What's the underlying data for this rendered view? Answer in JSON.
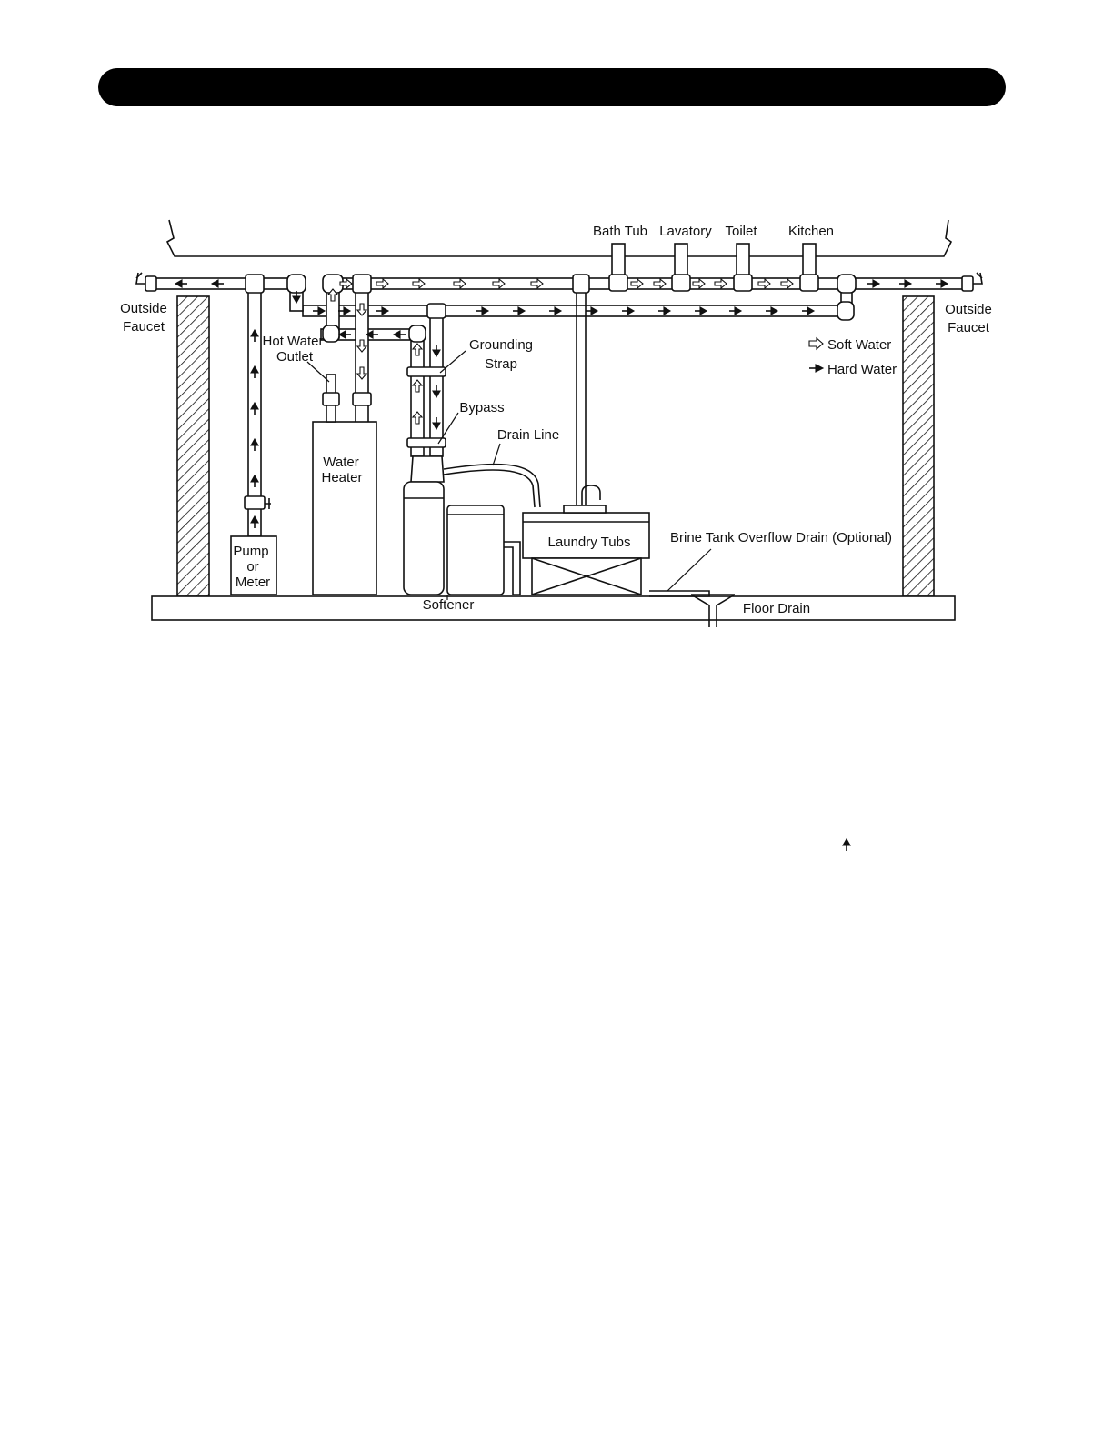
{
  "header": {
    "title": ""
  },
  "labels": {
    "outside_faucet_left_1": "Outside",
    "outside_faucet_left_2": "Faucet",
    "outside_faucet_right_1": "Outside",
    "outside_faucet_right_2": "Faucet",
    "bath_tub": "Bath Tub",
    "lavatory": "Lavatory",
    "toilet": "Toilet",
    "kitchen": "Kitchen",
    "hot_water_outlet_1": "Hot Water",
    "hot_water_outlet_2": "Outlet",
    "grounding_strap_1": "Grounding",
    "grounding_strap_2": "Strap",
    "bypass": "Bypass",
    "drain_line": "Drain Line",
    "water_heater_1": "Water",
    "water_heater_2": "Heater",
    "pump_1": "Pump",
    "pump_2": "or",
    "pump_3": "Meter",
    "laundry_tubs": "Laundry Tubs",
    "brine_overflow": "Brine Tank Overflow Drain (Optional)",
    "softener": "Softener",
    "floor_drain": "Floor Drain"
  },
  "legend": {
    "soft_water": "Soft Water",
    "hard_water": "Hard Water"
  },
  "colors": {
    "ink": "#111111",
    "paper": "#ffffff",
    "header": "#000000"
  }
}
